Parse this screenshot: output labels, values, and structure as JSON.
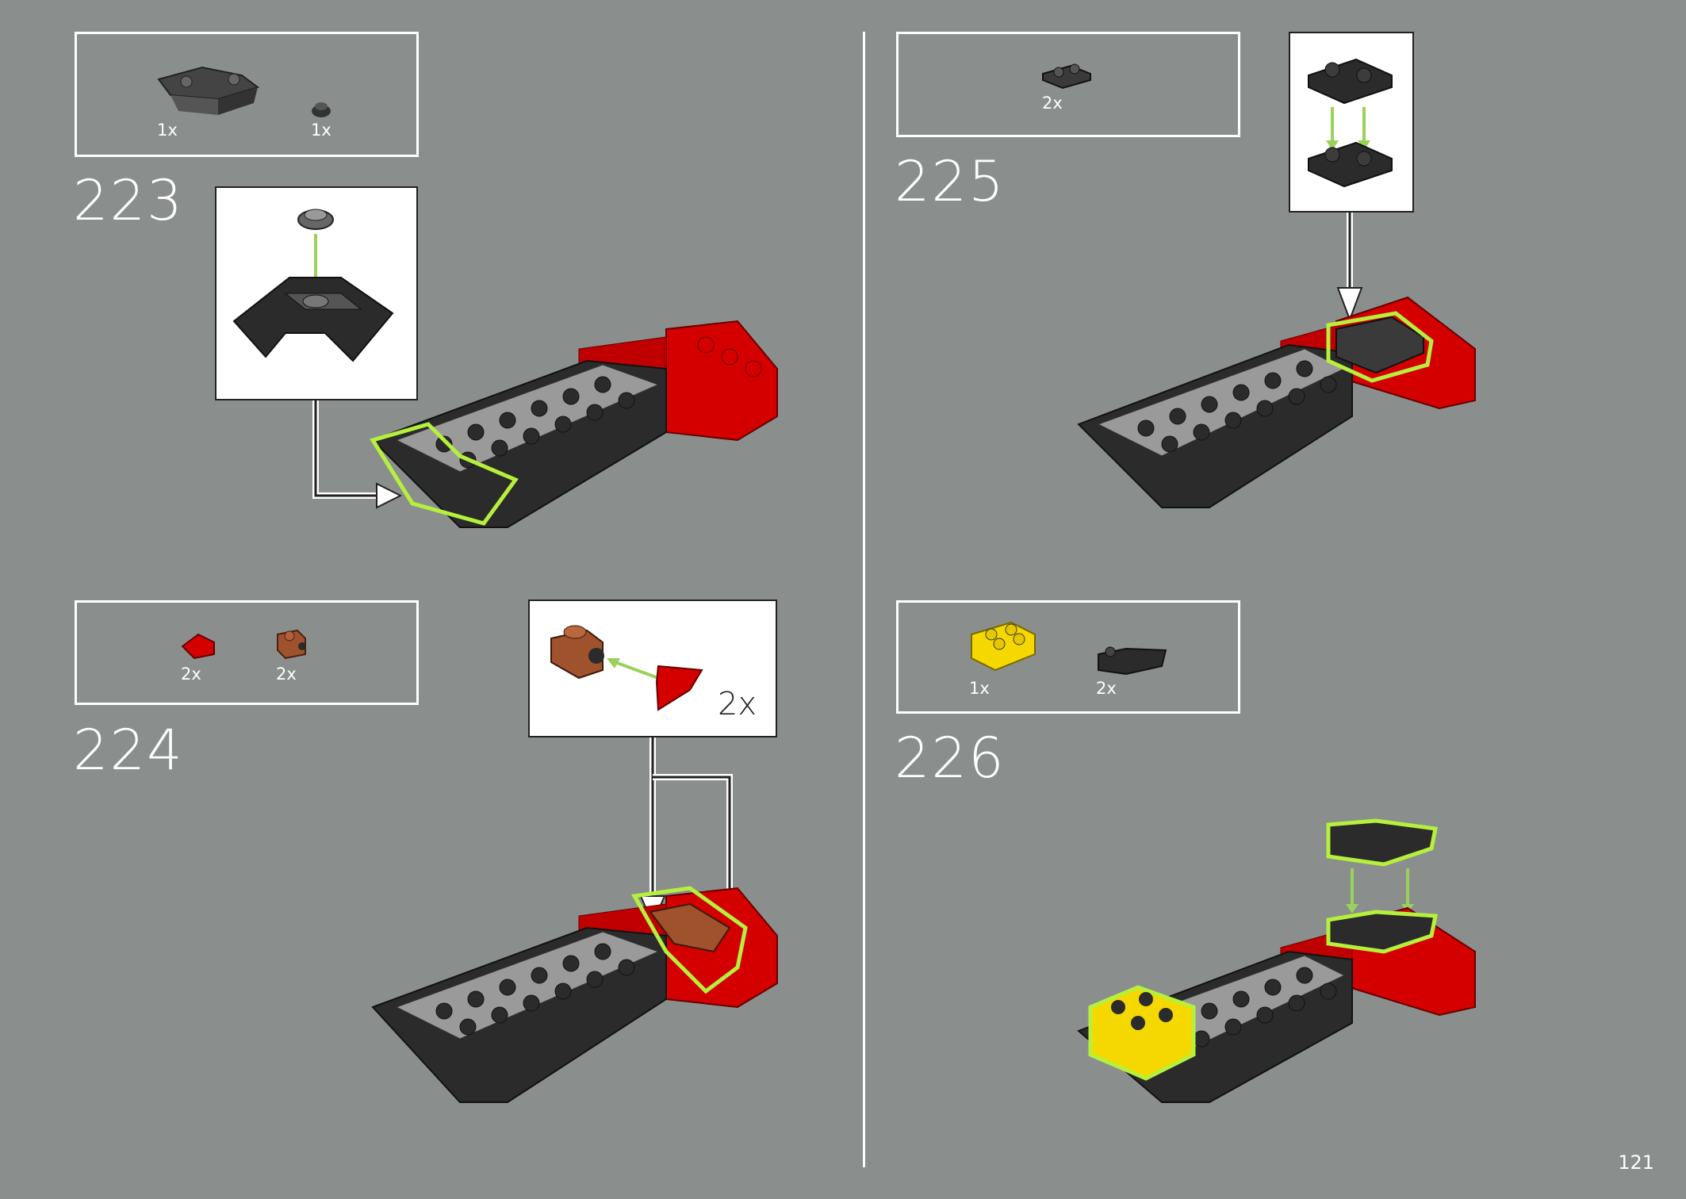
{
  "page": {
    "number": "121"
  },
  "steps": [
    {
      "number": "223",
      "parts": [
        {
          "qty": "1x",
          "name": "black-inverted-slope-part"
        },
        {
          "qty": "1x",
          "name": "dark-round-plate-part"
        }
      ]
    },
    {
      "number": "224",
      "parts": [
        {
          "qty": "2x",
          "name": "red-slope-part"
        },
        {
          "qty": "2x",
          "name": "brown-bracket-part"
        }
      ],
      "callout_qty": "2x"
    },
    {
      "number": "225",
      "parts": [
        {
          "qty": "2x",
          "name": "black-plate-1x2-part"
        }
      ]
    },
    {
      "number": "226",
      "parts": [
        {
          "qty": "1x",
          "name": "yellow-brick-2x2-part"
        },
        {
          "qty": "2x",
          "name": "black-curved-slope-part"
        }
      ]
    }
  ],
  "colors": {
    "background": "#8a8f8e",
    "highlight": "#b6f03c",
    "red": "#d40000",
    "black": "#2b2b2b",
    "grey": "#9a9a9a",
    "yellow": "#f5d800",
    "brown": "#a0522d",
    "arrow_green": "#9ad15c"
  }
}
